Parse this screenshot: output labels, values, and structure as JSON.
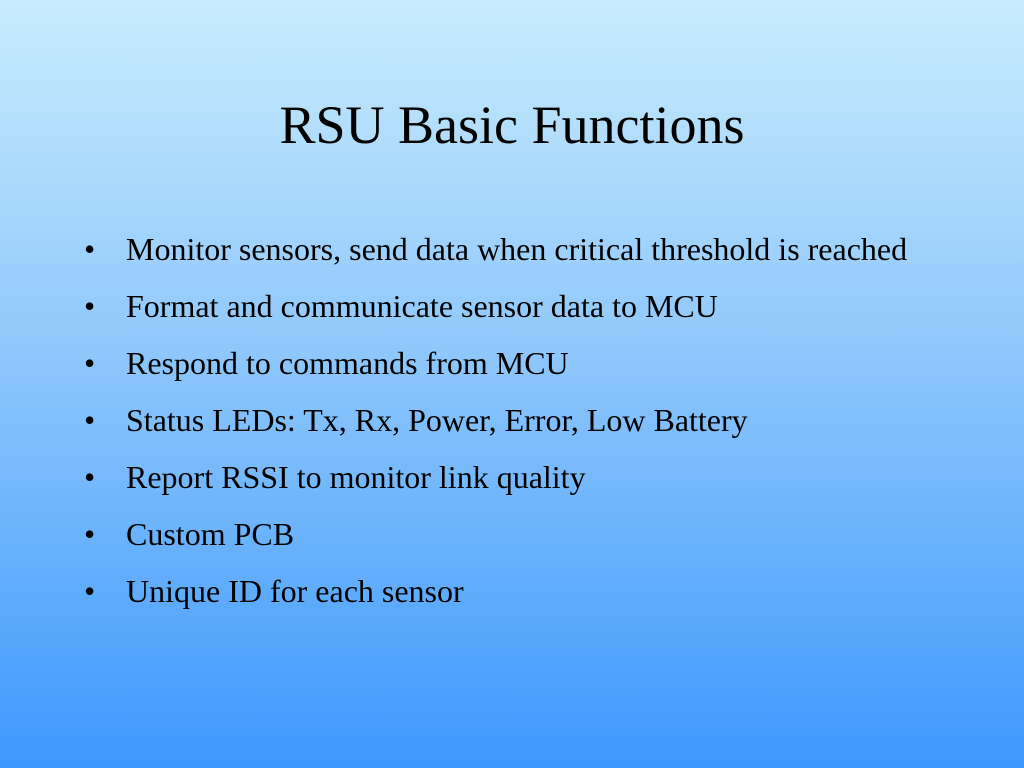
{
  "slide": {
    "title": "RSU Basic Functions",
    "bullets": [
      "Monitor sensors, send data when critical threshold is reached",
      "Format and communicate sensor data to MCU",
      "Respond to commands from MCU",
      "Status LEDs: Tx, Rx, Power, Error, Low Battery",
      "Report RSSI to monitor link quality",
      "Custom PCB",
      "Unique ID for each sensor"
    ],
    "bullet_glyph": "•"
  },
  "colors": {
    "background_top": "#c8ecfd",
    "background_bottom": "#3d98fd",
    "text": "#000000"
  }
}
